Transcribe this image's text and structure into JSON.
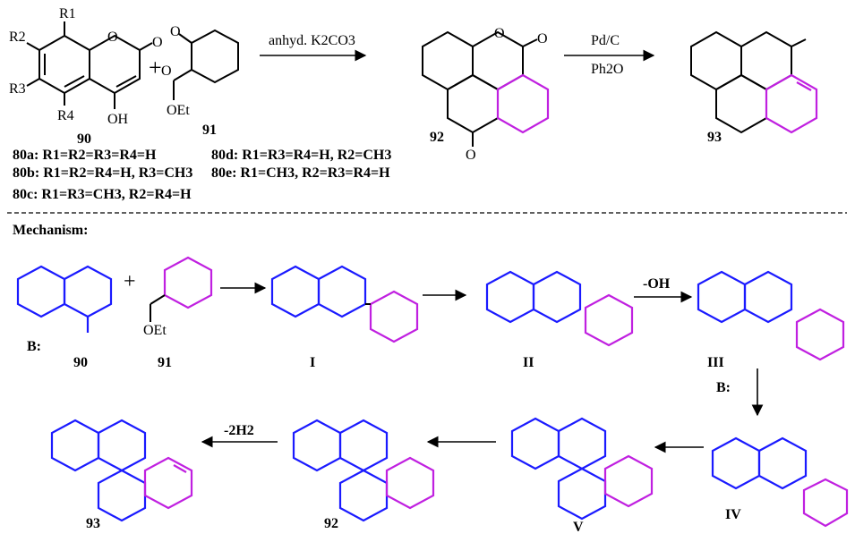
{
  "top": {
    "cmp90_label": "90",
    "cmp91_label": "91",
    "cmp92_label": "92",
    "cmp93_label": "93",
    "plus": "+",
    "arrow1_reagent": "anhyd. K2CO3",
    "arrow2_reagent_top": "Pd/C",
    "arrow2_reagent_bottom": "Ph2O",
    "r1": "R1",
    "r2": "R2",
    "r3": "R3",
    "r4": "R4",
    "oh": "OH",
    "oet": "OEt",
    "o": "O"
  },
  "substituents": [
    {
      "id": "80a",
      "text": "80a: R1=R2=R3=R4=H"
    },
    {
      "id": "80b",
      "text": "80b: R1=R2=R4=H, R3=CH3"
    },
    {
      "id": "80c",
      "text": "80c: R1=R3=CH3, R2=R4=H"
    },
    {
      "id": "80d",
      "text": "80d: R1=R3=R4=H, R2=CH3"
    },
    {
      "id": "80e",
      "text": "80e: R1=CH3, R2=R3=R4=H"
    }
  ],
  "mechanism": {
    "heading": "Mechanism:",
    "labels": [
      "90",
      "91",
      "I",
      "II",
      "III",
      "IV",
      "V",
      "92",
      "93"
    ],
    "base": "B:",
    "hydroxide": "-OH",
    "minus_2h2": "-2H2",
    "plus": "+"
  },
  "colors": {
    "blue": "#1a1aff",
    "magenta": "#c020e0",
    "black": "#000000"
  }
}
